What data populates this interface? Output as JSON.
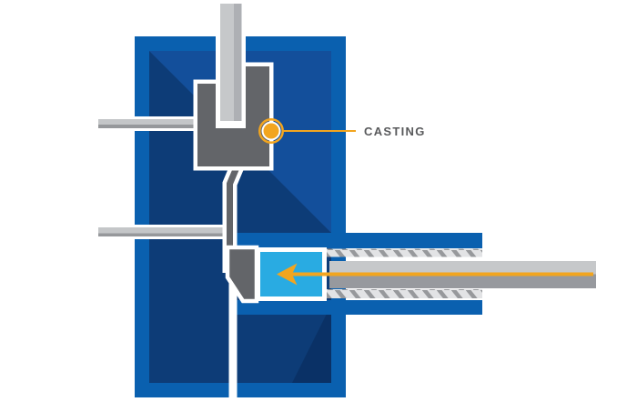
{
  "figure": {
    "kind": "technical-illustration",
    "subject": "cold-chamber die casting machine cross-section",
    "callout": {
      "label": "CASTING",
      "marker": "filled-circle-with-ring",
      "marker_color": "#F2A51F",
      "text_color": "#58595B"
    },
    "injection_arrow": {
      "direction": "left",
      "color": "#F2A51F"
    },
    "colors": {
      "frame_blue": "#0A60AF",
      "inner_navy": "#0D3C77",
      "light_shading_band": "#134F9B",
      "dark_corner_shading": "#0A3166",
      "die_gray": "#636569",
      "plunger_light_gray": "#C6C8CA",
      "plunger_mid_gray": "#AEB0B4",
      "rod_dark_gray": "#97999E",
      "tie_bar_light": "#C4C6C8",
      "tie_bar_dark": "#96989B",
      "hatch_background": "#E2E3E5",
      "hatch_tick": "#97999C",
      "molten_metal_cyan": "#29ABE2",
      "accent_yellow": "#F2A51F",
      "outline_white": "#FFFFFF",
      "page_background": "#FFFFFF"
    },
    "parts": [
      "machine-frame",
      "die-block",
      "top-plunger",
      "upper-tie-bar",
      "lower-tie-bar",
      "runner-channel",
      "parting-line",
      "shot-sleeve",
      "molten-metal-chamber",
      "plunger-rod",
      "injection-arrow",
      "casting-callout"
    ]
  }
}
